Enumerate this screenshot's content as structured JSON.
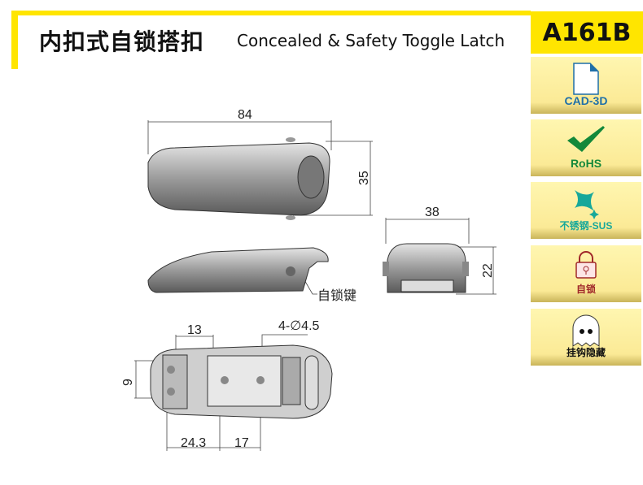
{
  "header": {
    "title_cn": "内扣式自锁搭扣",
    "title_en": "Concealed & Safety Toggle Latch",
    "model": "A161B"
  },
  "badges": [
    {
      "label": "CAD-3D",
      "icon": "file-icon",
      "color": "#1E6FA8"
    },
    {
      "label": "RoHS",
      "icon": "checkmark-icon",
      "color": "#13883A"
    },
    {
      "label": "不锈钢-SUS",
      "icon": "sparkle-icon",
      "color": "#17A89A"
    },
    {
      "label": "自锁",
      "icon": "padlock-icon",
      "color": "#A0282A"
    },
    {
      "label": "挂钩隐藏",
      "icon": "ghost-icon",
      "color": "#111111"
    }
  ],
  "dimensions": {
    "length": "84",
    "height": "35",
    "width": "38",
    "depth": "22",
    "hole_spacing": "13",
    "hole_pitch": "9",
    "holes": "4-∅4.5",
    "offset1": "24.3",
    "offset2": "17"
  },
  "annotation": "自锁键"
}
